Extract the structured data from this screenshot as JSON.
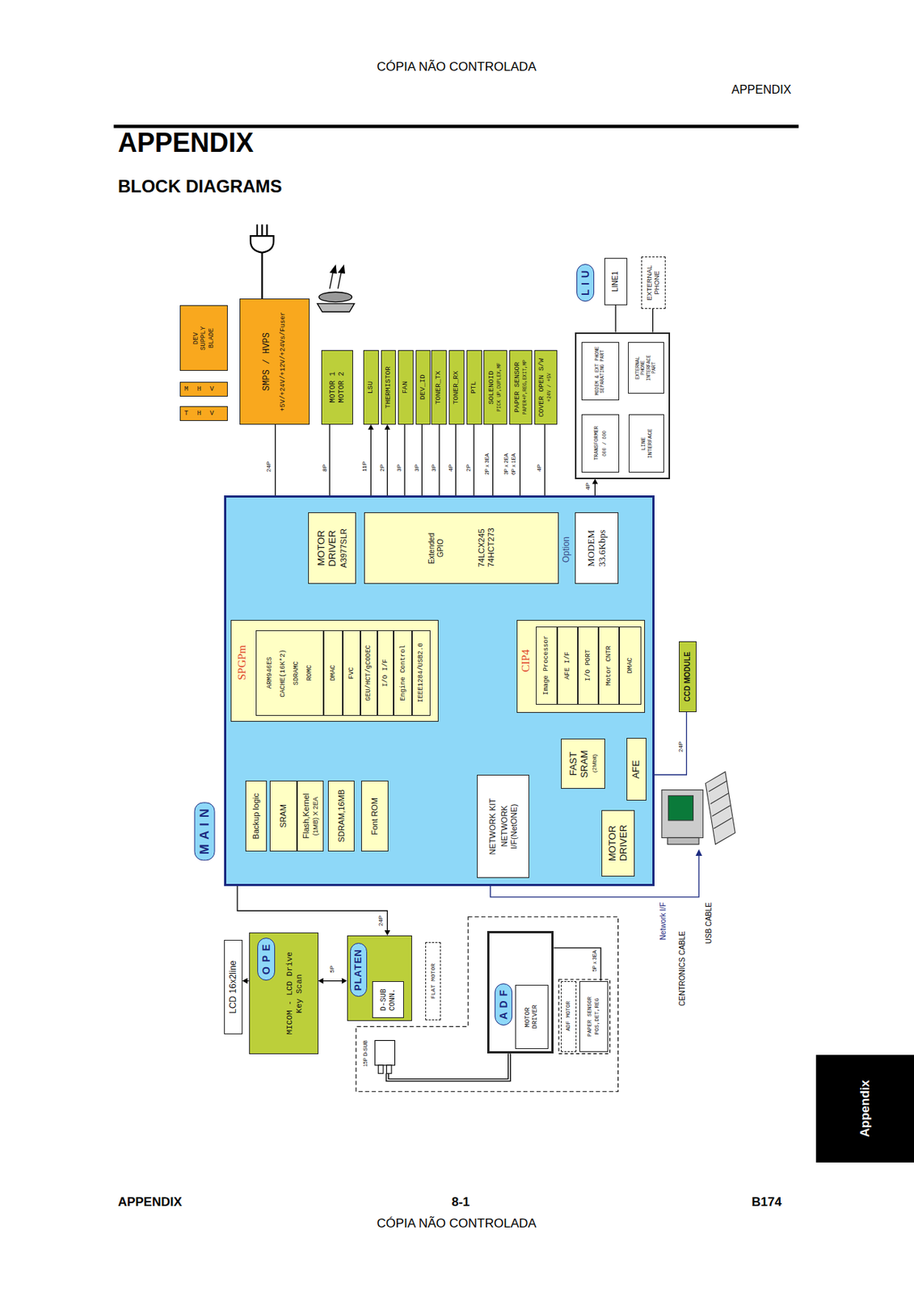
{
  "diagram": {
    "title": "APPENDIX",
    "nodes": [
      {
        "text": [
          "DEV SUPPLY BLADE"
        ]
      },
      {
        "text": [
          "MHV"
        ]
      },
      {
        "text": [
          "THV"
        ]
      },
      {
        "text": [
          "SMPS / HVPS",
          "+5V/+24V/+12V/+24Vs/Fuser"
        ]
      },
      {
        "text": [
          "MOTOR 1 MOTOR 2"
        ]
      },
      {
        "text": [
          "LSU"
        ]
      },
      {
        "text": [
          "THERMISTOR"
        ]
      },
      {
        "text": [
          "FAN"
        ]
      },
      {
        "text": [
          "DEV_ID"
        ]
      },
      {
        "text": [
          "TONER_TX"
        ]
      },
      {
        "text": [
          "TONER_RX"
        ]
      },
      {
        "text": [
          "PTL"
        ]
      },
      {
        "text": [
          "SOLENOID",
          "PICK UP,DUPLEX,MF"
        ]
      },
      {
        "text": [
          "PAPER SENSOR",
          "PAPER+P,REG,EXIT,MP"
        ]
      },
      {
        "text": [
          "COVER OPEN S/W",
          "+24V / +5V"
        ]
      },
      {
        "text": [
          "L I U"
        ]
      },
      {
        "text": [
          "LINE1"
        ]
      },
      {
        "text": [
          "EXTERNAL PHONE"
        ]
      },
      {
        "text": [
          "MODEM & EXT PHONE SEPARATING PART"
        ],
        "in": 15
      },
      {
        "text": [
          "EXTERNAL PHONE INTERFACE PART"
        ],
        "in": 15
      },
      {
        "text": [
          "TRANSFORMER",
          "600 / 600"
        ],
        "in": 15
      },
      {
        "text": [
          "LINE INTERFACE"
        ],
        "in": 15
      },
      {
        "text": [
          "M A I N"
        ]
      },
      {
        "text": [
          "MOTOR DRIVER",
          "A3977SLR"
        ],
        "in": 22
      },
      {
        "text": [
          "Extended GPIO",
          "74LCX245 74HCT273"
        ],
        "in": 22
      },
      {
        "text": [
          "Option",
          "MODEM 33.6Kbps"
        ],
        "in": 22
      },
      {
        "text": [
          "SPGPm"
        ],
        "in": 22
      },
      {
        "text": [
          "ARM946ES",
          "CACHE(16K*2)",
          "SDRAMC",
          "ROMC"
        ],
        "in": 26
      },
      {
        "text": [
          "DMAC"
        ],
        "in": 26
      },
      {
        "text": [
          "FVC"
        ],
        "in": 26
      },
      {
        "text": [
          "GEU/HCT/gCODEC"
        ],
        "in": 26
      },
      {
        "text": [
          "I/O I/F"
        ],
        "in": 26
      },
      {
        "text": [
          "Engine Control"
        ],
        "in": 26
      },
      {
        "text": [
          "IEEE1284/USB2.0"
        ],
        "in": 26
      },
      {
        "text": [
          "CIP4"
        ],
        "in": 22
      },
      {
        "text": [
          "Image Processor"
        ],
        "in": 34
      },
      {
        "text": [
          "AFE I/F"
        ],
        "in": 34
      },
      {
        "text": [
          "I/O PORT"
        ],
        "in": 34
      },
      {
        "text": [
          "Motor CNTR"
        ],
        "in": 34
      },
      {
        "text": [
          "DMAC"
        ],
        "in": 34
      },
      {
        "text": [
          "Backup logic"
        ],
        "in": 22
      },
      {
        "text": [
          "SRAM"
        ],
        "in": 22
      },
      {
        "text": [
          "Flash,Kernel",
          "(1MB) X 2EA"
        ],
        "in": 22
      },
      {
        "text": [
          "SDRAM,16MB"
        ],
        "in": 22
      },
      {
        "text": [
          "Font ROM"
        ],
        "in": 22
      },
      {
        "text": [
          "NETWORK KIT",
          "NETWORK I/F(NetONE)"
        ],
        "in": 22
      },
      {
        "text": [
          "FAST SRAM",
          "(2Mbit)"
        ],
        "in": 22
      },
      {
        "text": [
          "AFE"
        ],
        "in": 22
      },
      {
        "text": [
          "MOTOR DRIVER"
        ],
        "in": 22
      },
      {
        "text": [
          "CCD MODULE"
        ]
      },
      {
        "text": [
          "LCD 16x2line"
        ]
      },
      {
        "text": [
          "O P E",
          "MICOM - LCD Drive Key Scan"
        ]
      },
      {
        "text": [
          "PLATEN"
        ]
      },
      {
        "text": [
          "D-SUB CONN."
        ],
        "in": 52
      },
      {
        "text": [
          "FLAT MOTOR"
        ]
      },
      {
        "text": [
          "A D F"
        ]
      },
      {
        "text": [
          "MOTOR DRIVER"
        ],
        "in": 55
      },
      {
        "text": [
          "ADF MOTOR"
        ]
      },
      {
        "text": [
          "PAPER SENSOR",
          "POS,DET,REG"
        ]
      },
      {
        "text": [
          "Appendix"
        ]
      }
    ],
    "edges": [
      {
        "from": 3,
        "to": 22,
        "arrow": "none"
      },
      {
        "from": 4,
        "to": 23,
        "arrow": "to"
      },
      {
        "from": 5,
        "to": 24,
        "arrow": "both"
      },
      {
        "from": 6,
        "to": 24,
        "arrow": "both"
      },
      {
        "from": 7,
        "to": 24,
        "arrow": "to"
      },
      {
        "from": 8,
        "to": 24,
        "arrow": "to"
      },
      {
        "from": 9,
        "to": 24,
        "arrow": "to"
      },
      {
        "from": 10,
        "to": 24,
        "arrow": "to"
      },
      {
        "from": 11,
        "to": 24,
        "arrow": "to"
      },
      {
        "from": 12,
        "to": 24,
        "arrow": "to"
      },
      {
        "from": 13,
        "to": 24,
        "arrow": "to"
      },
      {
        "from": 14,
        "to": 24,
        "arrow": "to"
      },
      {
        "from": 15,
        "to": 25,
        "arrow": "both"
      },
      {
        "from": 16,
        "to": 15,
        "arrow": "none"
      },
      {
        "from": 17,
        "to": 15,
        "arrow": "none"
      },
      {
        "from": 18,
        "to": 21,
        "arrow": "to"
      },
      {
        "from": 19,
        "to": 21,
        "arrow": "to"
      },
      {
        "from": 21,
        "to": 20,
        "arrow": "to"
      },
      {
        "from": 23,
        "to": 26,
        "arrow": "none"
      },
      {
        "from": 24,
        "to": 45,
        "arrow": "both"
      },
      {
        "from": 25,
        "to": 45,
        "arrow": "both"
      },
      {
        "from": 41,
        "to": 45,
        "arrow": "both"
      },
      {
        "from": 42,
        "to": 26,
        "arrow": "both"
      },
      {
        "from": 43,
        "to": 26,
        "arrow": "both"
      },
      {
        "from": 44,
        "to": 26,
        "arrow": "both"
      },
      {
        "from": 26,
        "to": 34,
        "arrow": "both"
      },
      {
        "from": 46,
        "to": 34,
        "arrow": "both"
      },
      {
        "from": 34,
        "to": 48,
        "arrow": "to"
      },
      {
        "from": 47,
        "to": 34,
        "arrow": "to"
      },
      {
        "from": 34,
        "to": 47,
        "arrow": "both"
      },
      {
        "from": 49,
        "to": 47,
        "arrow": "to"
      },
      {
        "from": 26,
        "to": 52,
        "arrow": "both"
      },
      {
        "from": 51,
        "to": 52,
        "arrow": "both"
      },
      {
        "from": 51,
        "to": 50,
        "arrow": "to"
      },
      {
        "from": 55,
        "to": 58,
        "arrow": "none"
      }
    ],
    "labels": [
      "CÓPIA NÃO CONTROLADA",
      "APPENDIX",
      "BLOCK DIAGRAMS",
      "24P",
      "8P",
      "11P",
      "2P",
      "3P",
      "3P",
      "3P",
      "4P",
      "2P",
      "2P x 3EA",
      "3P x 2EA",
      "6P x 1EA",
      "4P",
      "4P",
      "24P",
      "24P",
      "5P",
      "5P x 3EA",
      "15P D-SUB",
      "Network I/F",
      "CENTRONICS CABLE",
      "USB CABLE",
      "APPENDIX",
      "8-1",
      "B174",
      "CÓPIA NÃO CONTROLADA"
    ]
  }
}
